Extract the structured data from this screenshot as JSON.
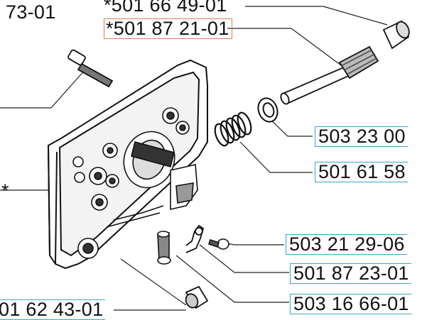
{
  "labels": {
    "top_left_partial": "73-01",
    "top_center_partial": "*501 66 49-01",
    "highlighted": "*501 87 21-01",
    "right_1": "503 23 00",
    "right_2": "501 61 58",
    "asterisk_left": "*",
    "right_3": "503 21 29-06",
    "right_4": "501 87 23-01",
    "right_5": "503 16 66-01",
    "bottom_left": "01 62 43-01"
  },
  "colors": {
    "label_box": "#37a7c4",
    "highlight_box": "#e07b5a",
    "line": "#222222"
  }
}
